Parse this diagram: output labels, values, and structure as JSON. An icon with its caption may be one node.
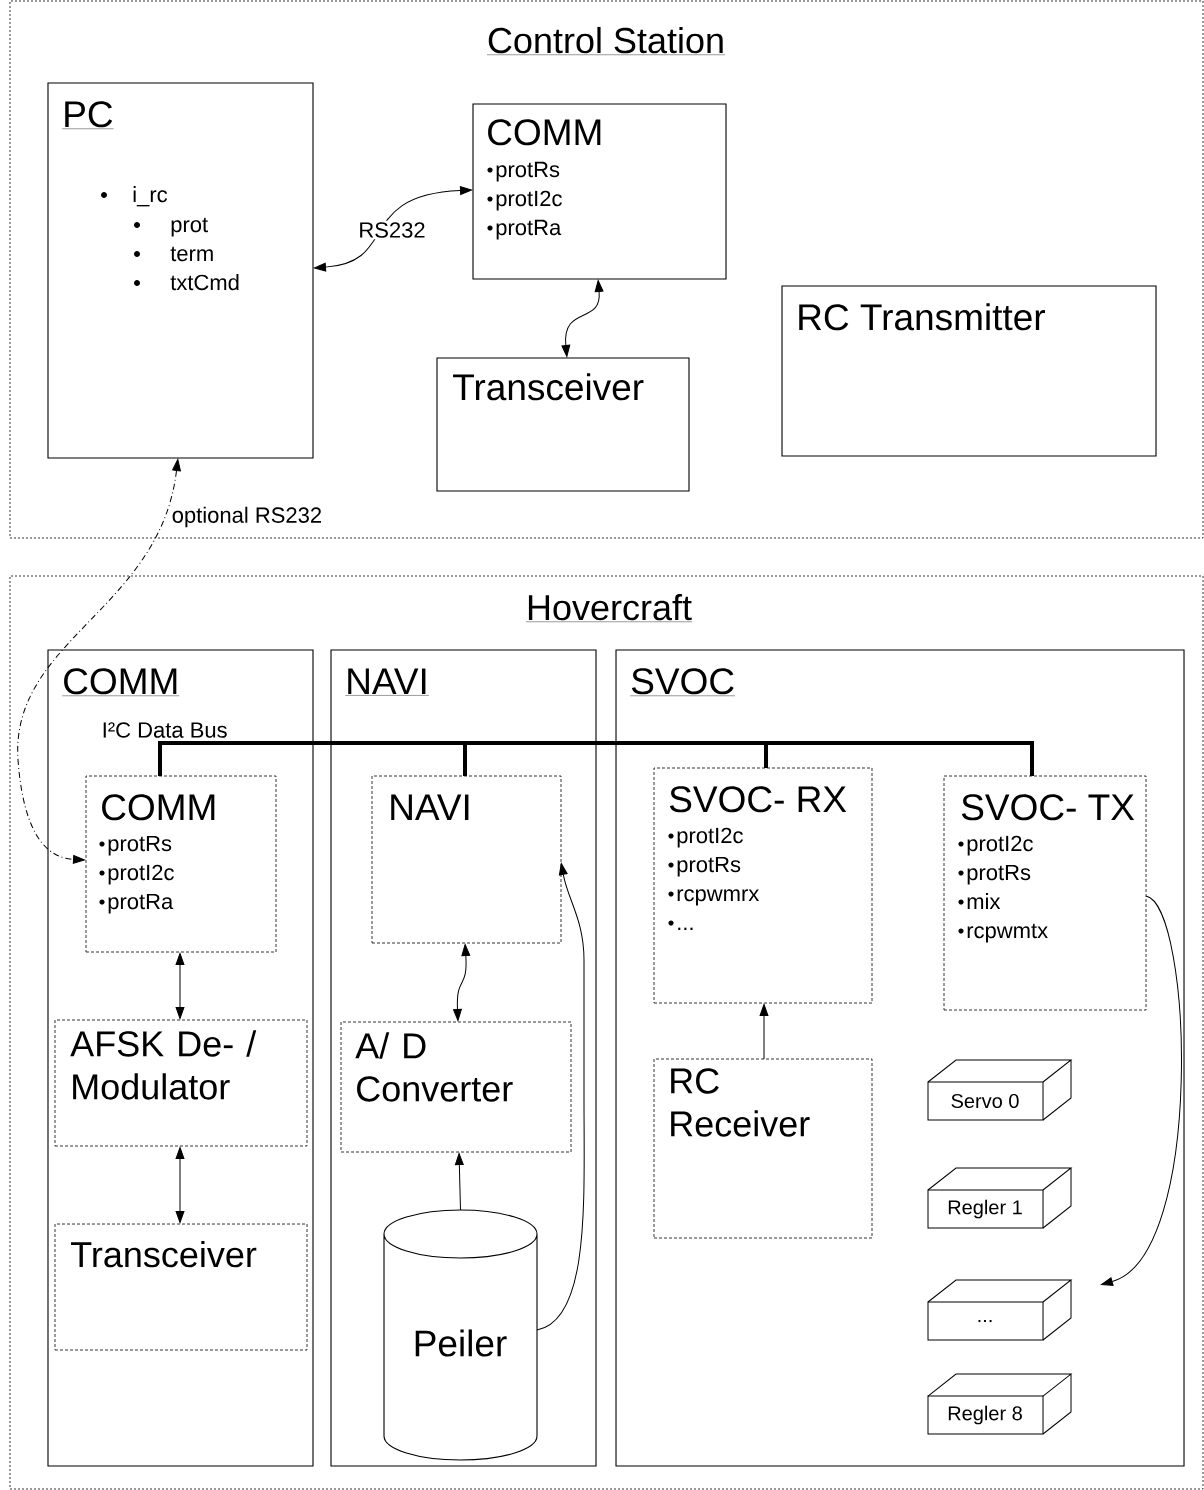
{
  "diagram": {
    "nodes": [
      {
        "text": [
          "Control Station"
        ]
      },
      {
        "text": [
          "PC",
          "i_rc",
          "prot",
          "term",
          "txtCmd"
        ],
        "in": 0
      },
      {
        "text": [
          "COMM",
          "protRs",
          "protI2c",
          "protRa"
        ],
        "in": 0
      },
      {
        "text": [
          "Transceiver"
        ],
        "in": 0
      },
      {
        "text": [
          "RC Transmitter"
        ],
        "in": 0
      },
      {
        "text": [
          "Hovercraft"
        ]
      },
      {
        "text": [
          "COMM"
        ],
        "in": 5
      },
      {
        "text": [
          "NAVI"
        ],
        "in": 5
      },
      {
        "text": [
          "SVOC"
        ],
        "in": 5
      },
      {
        "text": [
          "COMM",
          "protRs",
          "protI2c",
          "protRa"
        ],
        "in": 6
      },
      {
        "text": [
          "AFSK De- / Modulator"
        ],
        "in": 6
      },
      {
        "text": [
          "Transceiver"
        ],
        "in": 6
      },
      {
        "text": [
          "NAVI"
        ],
        "in": 7
      },
      {
        "text": [
          "A/ D Converter"
        ],
        "in": 7
      },
      {
        "text": [
          "Peiler"
        ],
        "in": 7
      },
      {
        "text": [
          "SVOC- RX",
          "protI2c",
          "protRs",
          "rcpwmrx",
          "..."
        ],
        "in": 8
      },
      {
        "text": [
          "SVOC- TX",
          "protI2c",
          "protRs",
          "mix",
          "rcpwmtx"
        ],
        "in": 8
      },
      {
        "text": [
          "RC Receiver"
        ],
        "in": 8
      },
      {
        "text": [
          "Servo 0"
        ],
        "in": 8
      },
      {
        "text": [
          "Regler 1"
        ],
        "in": 8
      },
      {
        "text": [
          "..."
        ],
        "in": 8
      },
      {
        "text": [
          "Regler 8"
        ],
        "in": 8
      }
    ],
    "edges": [
      {
        "from": 1,
        "to": 2,
        "arrow": "both",
        "label": "RS232"
      },
      {
        "from": 2,
        "to": 3,
        "arrow": "both"
      },
      {
        "from": 1,
        "to": 9,
        "arrow": "both",
        "label": "optional RS232",
        "style": "dashed"
      },
      {
        "from": 9,
        "to": 10,
        "arrow": "both"
      },
      {
        "from": 10,
        "to": 11,
        "arrow": "both"
      },
      {
        "from": 12,
        "to": 13,
        "arrow": "both"
      },
      {
        "from": 14,
        "to": 13,
        "arrow": "to"
      },
      {
        "from": 14,
        "to": 12,
        "arrow": "to"
      },
      {
        "from": 17,
        "to": 15,
        "arrow": "to"
      },
      {
        "from": 16,
        "to": null,
        "arrow": "to"
      },
      {
        "from": 9,
        "to": 12,
        "arrow": "none",
        "style": "thick",
        "label": "I²C Data Bus"
      },
      {
        "from": 12,
        "to": 15,
        "arrow": "none",
        "style": "thick"
      },
      {
        "from": 15,
        "to": 16,
        "arrow": "none",
        "style": "thick"
      }
    ]
  }
}
